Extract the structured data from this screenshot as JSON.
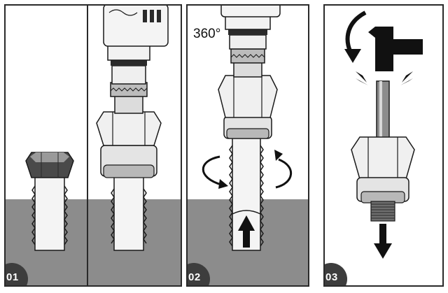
{
  "colors": {
    "ground": "#8c8c8c",
    "outline": "#1a1a1a",
    "metal_light": "#f2f2f2",
    "metal_mid": "#d4d4d4",
    "metal_dark": "#9a9a9a",
    "badge": "#3d3d3d",
    "arrow": "#111111"
  },
  "steps": [
    {
      "number": "01"
    },
    {
      "number": "02",
      "rotation_label": "360°"
    },
    {
      "number": "03"
    }
  ],
  "icons": [
    "drill",
    "hex-bolt",
    "extractor-socket",
    "rotation-arrow",
    "up-arrow",
    "hammer",
    "down-arrow"
  ]
}
